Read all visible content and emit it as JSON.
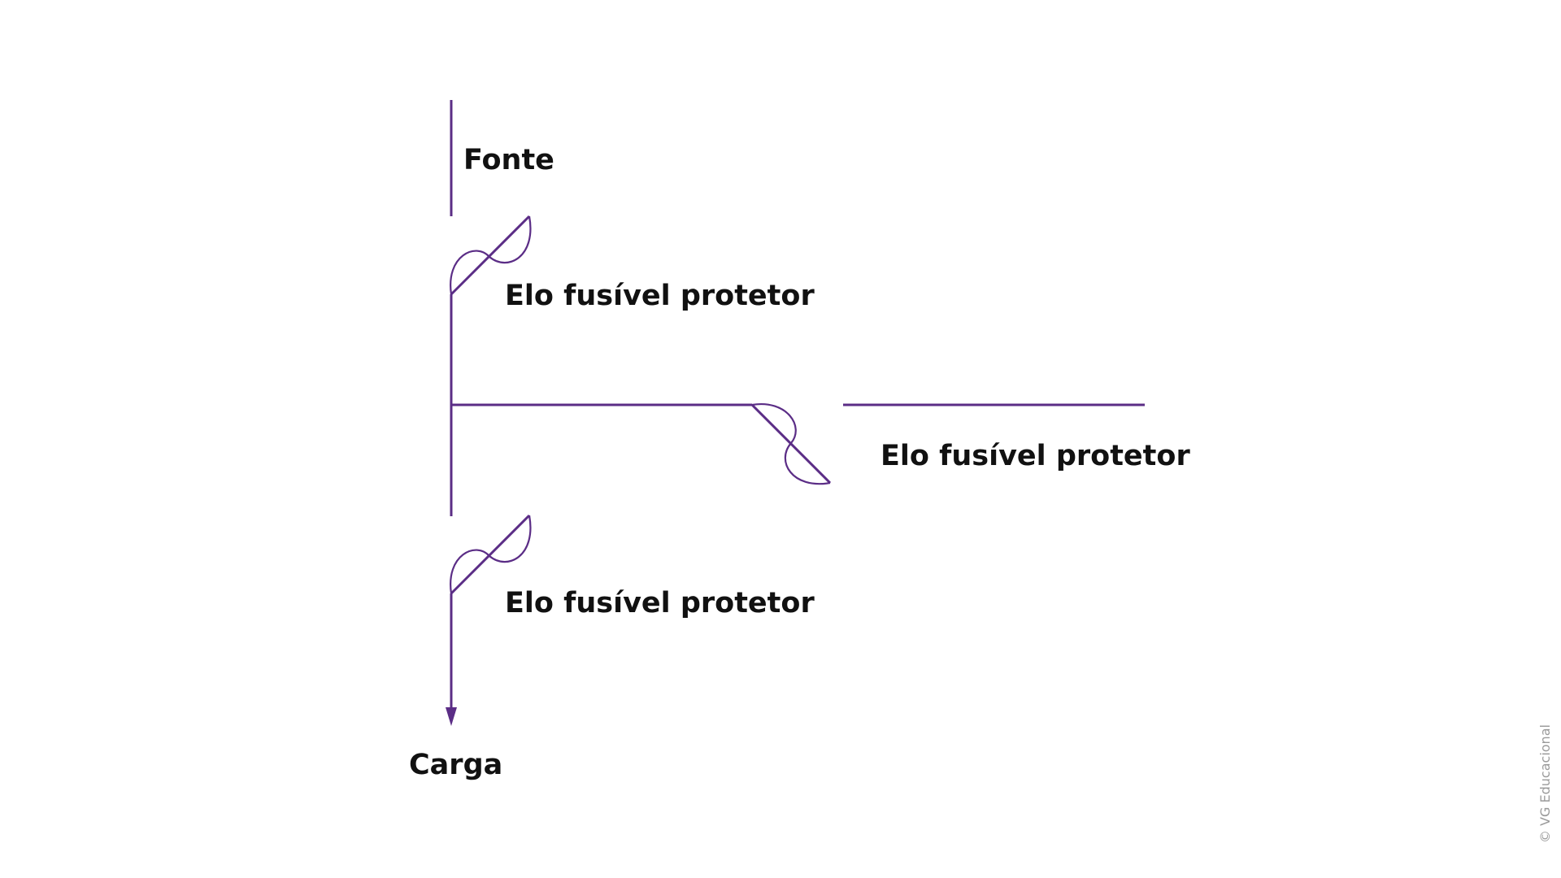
{
  "diagram": {
    "source_label": "Fonte",
    "load_label": "Carga",
    "fuse_top_label": "Elo fusível protetor",
    "fuse_branch_label": "Elo fusível protetor",
    "fuse_bottom_label": "Elo fusível protetor",
    "credit": "© VG Educacional",
    "line_color": "#5b2d86",
    "text_color": "#111111"
  }
}
